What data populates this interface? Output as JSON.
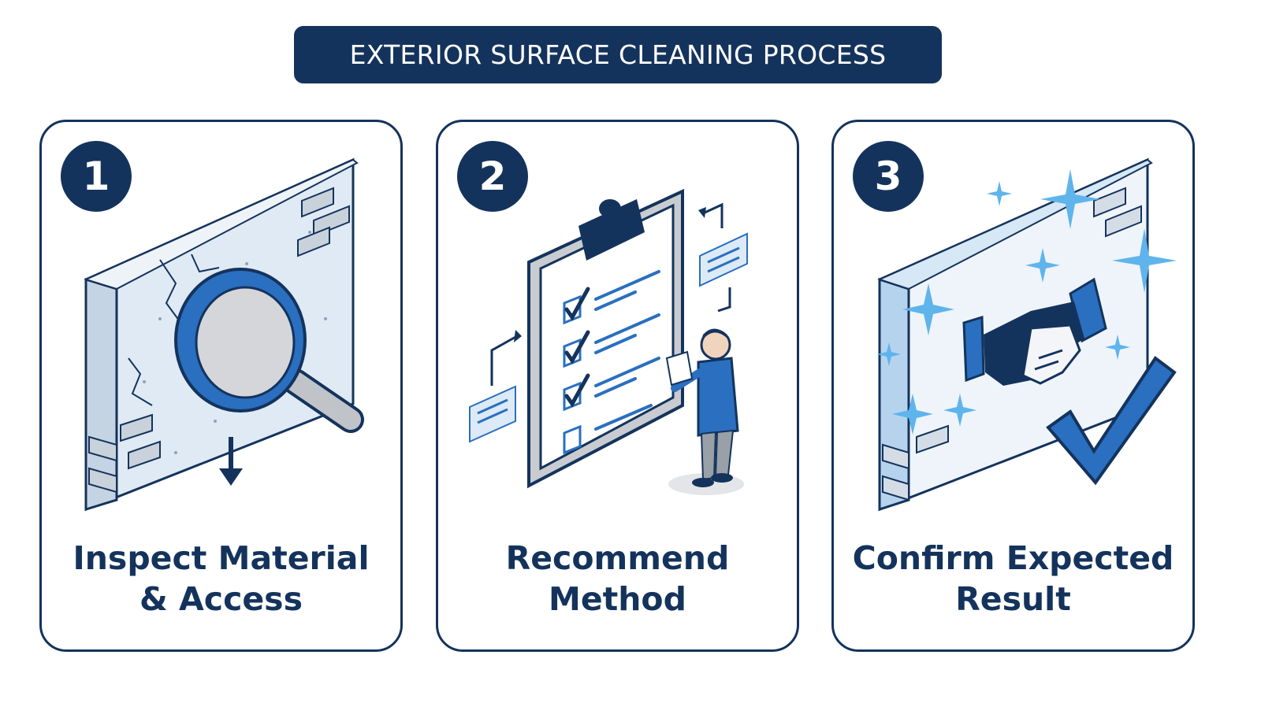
{
  "title": "EXTERIOR SURFACE CLEANING PROCESS",
  "colors": {
    "navy": "#14335c",
    "blue": "#2a6fc0",
    "light_blue": "#dceaf7",
    "sparkle": "#5fb4ec",
    "gray": "#b8bcc2"
  },
  "steps": [
    {
      "number": "1",
      "line1": "Inspect Material",
      "line2": "& Access",
      "icon": "magnifier-wall-icon"
    },
    {
      "number": "2",
      "line1": "Recommend",
      "line2": "Method",
      "icon": "clipboard-checklist-icon"
    },
    {
      "number": "3",
      "line1": "Confirm Expected",
      "line2": "Result",
      "icon": "handshake-checkmark-icon"
    }
  ]
}
